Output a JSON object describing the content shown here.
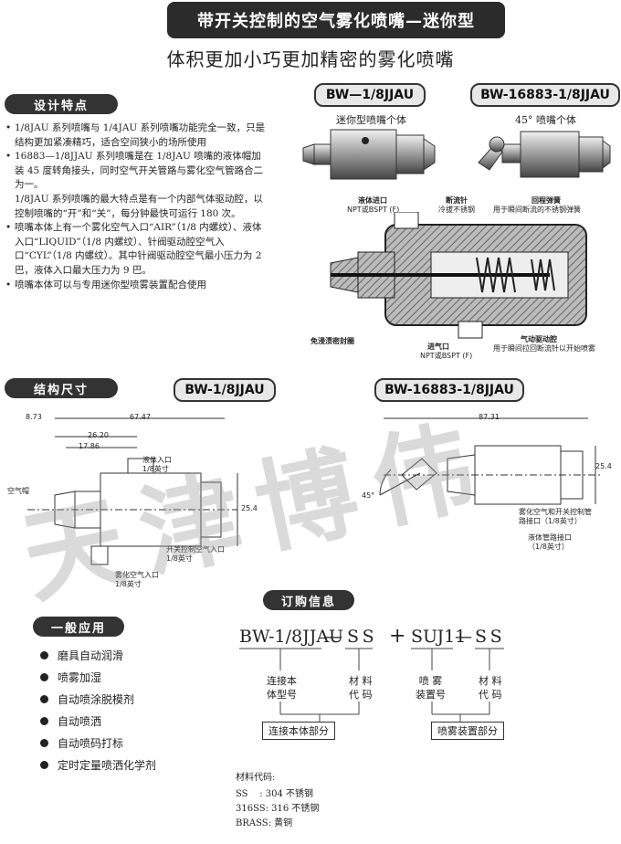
{
  "header": {
    "title": "带开关控制的空气雾化喷嘴—迷你型",
    "subtitle": "体积更加小巧更加精密的雾化喷嘴"
  },
  "design": {
    "heading": "设计特点",
    "p1": "1/8JAU 系列喷嘴与 1/4JAU 系列喷嘴功能完全一致，只是结构更加紧凑精巧，适合空间狭小的场所使用",
    "p2": "16883—1/8JJAU 系列喷嘴是在 1/8JAU 喷嘴的液体帽加装 45 度转角接头，同时空气开关管路与雾化空气管路合二为一。",
    "p3": "1/8JAU 系列喷嘴的最大特点是有一个内部气体驱动腔，以控制喷嘴的“开”和“关”，每分钟最快可运行 180 次。",
    "p4": "喷嘴本体上有一个雾化空气入口“AIR”（1/8 内螺纹）、液体入口“LIQUID”（1/8 内螺纹）、针阀驱动腔空气入口“CYL”（1/8 内螺纹）。其中针阀驱动腔空气最小压力为 2 巴，液体入口最大压力为 9 巴。",
    "p5": "喷嘴本体可以与专用迷你型喷雾装置配合使用"
  },
  "products": {
    "left_tag": "BW—1/8JJAU",
    "left_caption": "迷你型喷嘴个体",
    "right_tag": "BW-16883-1/8JJAU",
    "right_caption": "45° 喷嘴个体"
  },
  "cutaway": {
    "liquid_inlet": "液体进口",
    "liquid_thread": "NPT或BSPT (F)",
    "needle": "断流针",
    "needle_sub": "冷拔不锈钢",
    "spring": "回程弹簧",
    "spring_sub": "用于瞬间断流的不锈钢弹簧",
    "seal": "免浸渍密封圈",
    "air_inlet": "进气口",
    "air_thread": "NPT或BSPT (F)",
    "piston": "气动驱动腔",
    "piston_sub": "用于瞬间拉回断流针以开始喷雾"
  },
  "structure": {
    "heading": "结构尺寸",
    "left_tag": "BW-1/8JJAU",
    "right_tag": "BW-16883-1/8JJAU",
    "d1": "8.73",
    "d2": "67.47",
    "d3": "26.20",
    "d4": "17.86",
    "d5": "25.4",
    "lbl_liquid": "液体入口",
    "lbl_liquid2": "1/8英寸",
    "lbl_cap": "空气帽",
    "lbl_switch": "开关控制空气入口",
    "lbl_switch2": "1/8英寸",
    "lbl_atom": "雾化空气入口",
    "lbl_atom2": "1/8英寸",
    "r1": "87.31",
    "r2": "25.4",
    "r3": "45°",
    "r_lbl1": "雾化空气和开关控制管",
    "r_lbl1b": "路接口（1/8英寸）",
    "r_lbl2": "液体管路接口",
    "r_lbl2b": "（1/8英寸）",
    "watermark": "天津博伟"
  },
  "applications": {
    "heading": "一般应用",
    "items": [
      "磨具自动润滑",
      "喷雾加湿",
      "自动喷涂脱模剂",
      "自动喷洒",
      "自动喷码打标",
      "定时定量喷洒化学剂"
    ]
  },
  "order": {
    "heading": "订购信息",
    "part1": "BW-1/8JJAU",
    "dash1": "—",
    "ss1": "SS",
    "plus": "+",
    "part2": "SUJ11",
    "dash2": "—",
    "ss2": "SS",
    "c1a": "连接本",
    "c1b": "体型号",
    "c2a": "材 料",
    "c2b": "代 码",
    "c3a": "喷 雾",
    "c3b": "装置号",
    "c4a": "材 料",
    "c4b": "代 码",
    "box1": "连接本体部分",
    "box2": "喷雾装置部分",
    "mat_title": "材料代码:",
    "mat1": "SS    : 304 不锈钢",
    "mat2": "316SS: 316 不锈钢",
    "mat3": "BRASS: 黄铜"
  }
}
